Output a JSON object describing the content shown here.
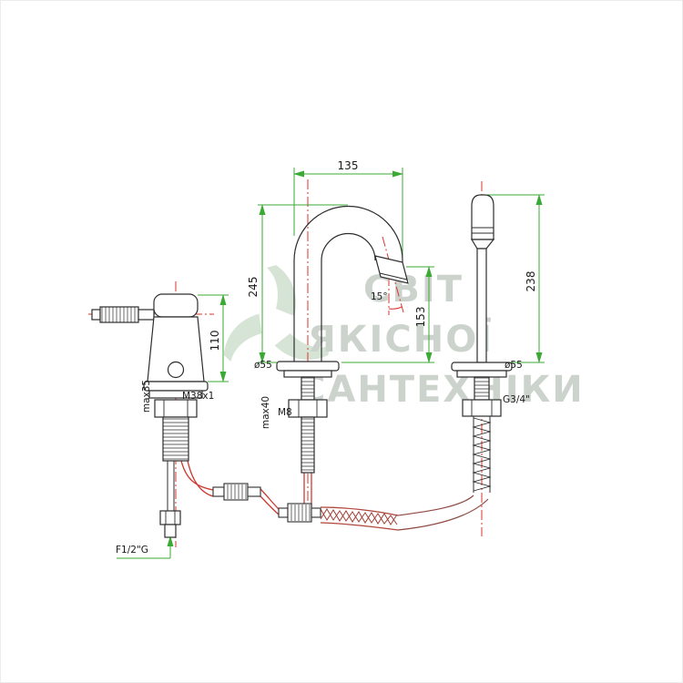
{
  "watermark": {
    "line1": "СВІТ",
    "line2": "ЯКІСНОЇ",
    "line3": "САНТЕХНІКИ"
  },
  "labels": {
    "dim_135": "135",
    "dim_245": "245",
    "dim_153": "153",
    "angle_15": "15°",
    "dia_spout": "ø55",
    "dim_110": "110",
    "max35": "max35",
    "thread_m38": "M38x1",
    "max40": "max40",
    "thread_m8": "M8",
    "dim_238": "238",
    "dia_shower": "ø55",
    "thread_g34": "G3/4\"",
    "thread_f12": "F1/2\"G"
  },
  "colors": {
    "dimension_green": "#3aaa35",
    "centerline_red": "#d9342b",
    "hose_red": "#cc3a30",
    "outline_black": "#2d2d2d",
    "watermark_text": "#ccd3cc",
    "watermark_logo": "#cfe0cf",
    "background": "#ffffff"
  }
}
